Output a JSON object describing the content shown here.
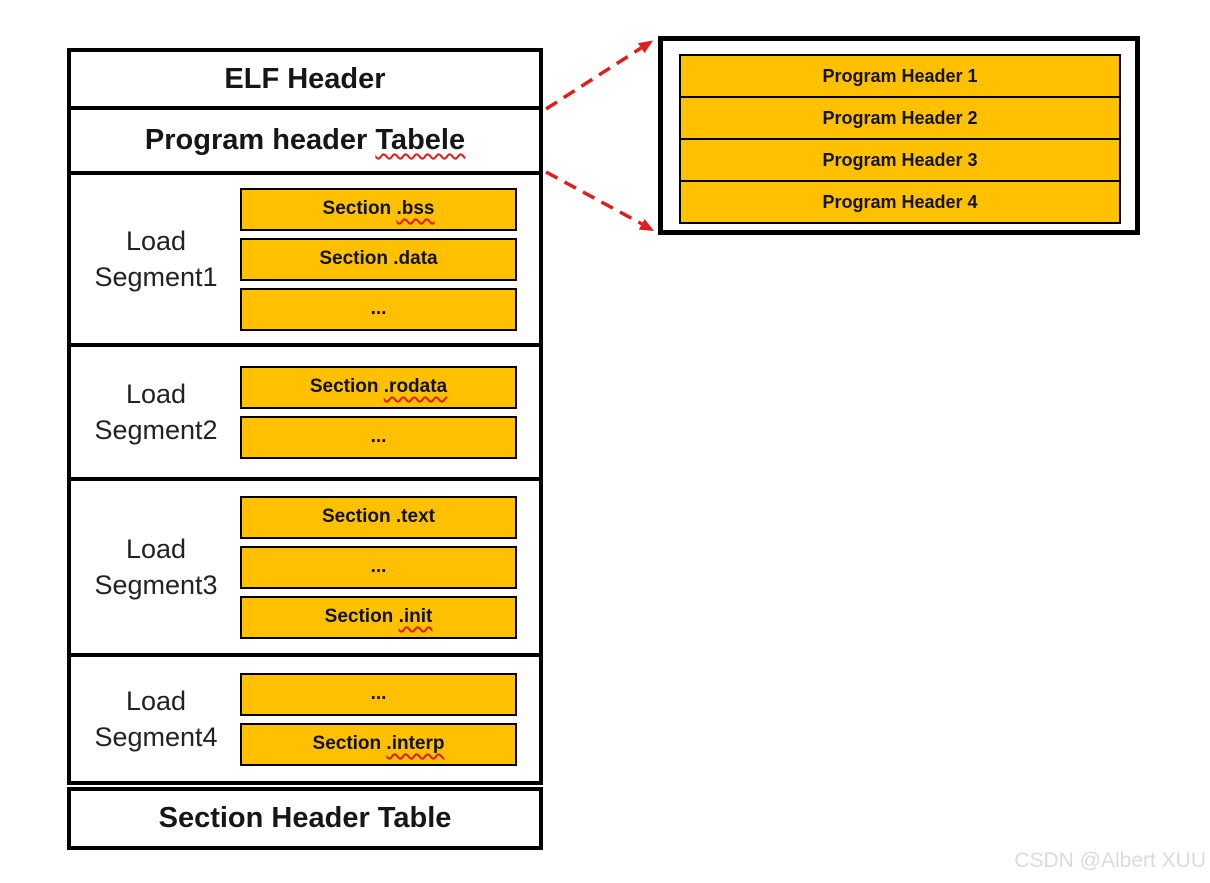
{
  "colors": {
    "section_fill": "#FFC000",
    "border_black": "#000000",
    "arrow_red": "#E01D1D",
    "squiggle_red": "#E01D1D",
    "watermark_gray": "#DBDBDB"
  },
  "left_panel": {
    "elf_header_label": "ELF Header",
    "program_header_table": {
      "prefix": "Program header ",
      "word": "Tabele",
      "misspelled": true
    },
    "segments": [
      {
        "label_line1": "Load",
        "label_line2": "Segment1",
        "sections": [
          {
            "prefix": "Section ",
            "word": ".bss",
            "misspelled": true
          },
          {
            "prefix": "Section ",
            "word": ".data",
            "misspelled": false
          },
          {
            "prefix": "",
            "word": "...",
            "misspelled": false
          }
        ]
      },
      {
        "label_line1": "Load",
        "label_line2": "Segment2",
        "sections": [
          {
            "prefix": "Section ",
            "word": ".rodata",
            "misspelled": true
          },
          {
            "prefix": "",
            "word": "...",
            "misspelled": false
          }
        ]
      },
      {
        "label_line1": "Load",
        "label_line2": "Segment3",
        "sections": [
          {
            "prefix": "Section ",
            "word": ".text",
            "misspelled": false
          },
          {
            "prefix": "",
            "word": "...",
            "misspelled": false
          },
          {
            "prefix": "Section ",
            "word": ".init",
            "misspelled": true
          }
        ]
      },
      {
        "label_line1": "Load",
        "label_line2": "Segment4",
        "sections": [
          {
            "prefix": "",
            "word": "...",
            "misspelled": false
          },
          {
            "prefix": "Section ",
            "word": ".interp",
            "misspelled": true
          }
        ]
      }
    ],
    "section_header_table_label": "Section Header Table"
  },
  "right_panel": {
    "rows": [
      "Program Header 1",
      "Program Header 2",
      "Program Header 3",
      "Program Header 4"
    ]
  },
  "watermark": "CSDN @Albert XUU"
}
